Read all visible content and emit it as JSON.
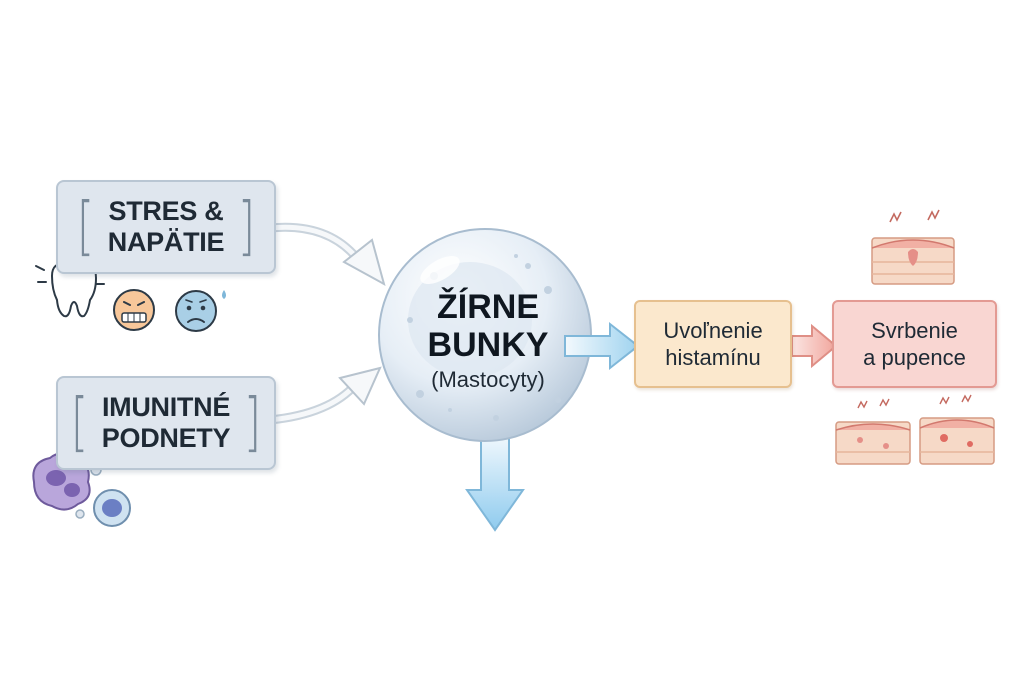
{
  "inputs": {
    "stress_label": "STRES &\nNAPÄTIE",
    "immune_label": "IMUNITNÉ\nPODNETY"
  },
  "mast_cell": {
    "title": "ŽÍRNE\nBUNKY",
    "subtitle": "(Mastocyty)"
  },
  "steps": {
    "histamine_label": "Uvoľnenie\nhistamínu",
    "itch_label": "Svrbenie\na pupence"
  },
  "colors": {
    "input_box": "#dfe6ee",
    "arrow_blue": "#9fd0ec",
    "histamine_box": "#fbe8cd",
    "itch_box": "#f9d6d2",
    "skin_red": "#e58f88"
  },
  "icons": [
    "tooth-icon",
    "stressed-face-icon",
    "worried-face-icon",
    "immune-cell-icon",
    "lymphocyte-icon",
    "irritated-skin-icon",
    "skin-bumps-icon"
  ]
}
